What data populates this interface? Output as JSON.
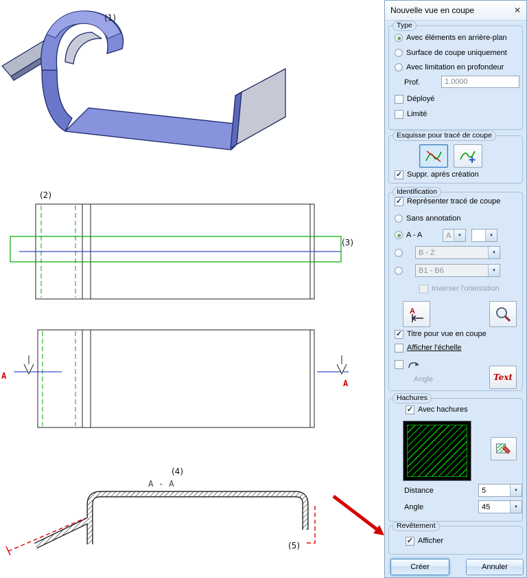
{
  "icons": {
    "close": "✕",
    "dropdown": "▼",
    "check": "✓",
    "letter_a": "A"
  },
  "canvas": {
    "labels": {
      "n1": "(1)",
      "n2": "(2)",
      "n3": "(3)",
      "n4": "(4)",
      "n5": "(5)"
    },
    "section_title": "A - A",
    "section_letter_left": "A",
    "section_letter_right": "A"
  },
  "dialog": {
    "title": "Nouvelle vue en coupe",
    "type": {
      "label": "Type",
      "options": [
        "Avec éléments en arrière-plan",
        "Surface de coupe uniquement",
        "Avec limitation en profondeur"
      ],
      "depth_label": "Prof.",
      "depth_value": "1.0000",
      "unfolded": "Déployé",
      "limited": "Limité"
    },
    "sketch": {
      "label": "Esquisse pour tracé de coupe",
      "delete_after": "Suppr. après création"
    },
    "identification": {
      "label": "Identification",
      "represent": "Représenter tracé de coupe",
      "no_annotation": "Sans annotation",
      "aa": "A - A",
      "aa_letter": "A",
      "bz": "B - Z",
      "b1b6": "B1 - B6",
      "invert": "Inverser l'orientation",
      "title_for_view": "Titre pour vue en coupe",
      "show_scale": "Afficher l'échelle",
      "angle": "Angle",
      "text_button": "Text"
    },
    "hatching": {
      "label": "Hachures",
      "with_hatching": "Avec hachures",
      "distance": "Distance",
      "distance_value": "5",
      "angle": "Angle",
      "angle_value": "45"
    },
    "coating": {
      "label": "Revêtement",
      "show": "Afficher"
    },
    "actions": {
      "create": "Créer",
      "cancel": "Annuler"
    }
  }
}
